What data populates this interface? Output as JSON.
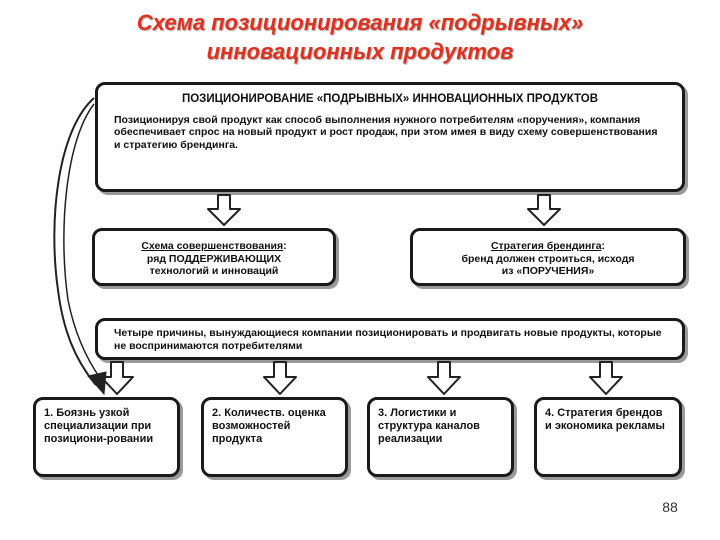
{
  "title": {
    "line1": "Схема позиционирования «подрывных»",
    "line2": "инновационных продуктов"
  },
  "top_box": {
    "heading": "ПОЗИЦИОНИРОВАНИЕ «ПОДРЫВНЫХ» ИННОВАЦИОННЫХ ПРОДУКТОВ",
    "text": "Позиционируя свой продукт как способ выполнения нужного потребителям «поручения», компания обеспечивает спрос на новый продукт и рост продаж, при этом имея в виду схему совершенствования и стратегию брендинга."
  },
  "improvement_box": {
    "label": "Схема совершенствования",
    "colon": ":",
    "line2": "ряд ПОДДЕРЖИВАЮЩИХ",
    "line3": "технологий и инноваций"
  },
  "branding_box": {
    "label": "Стратегия брендинга",
    "colon": ":",
    "line2": "бренд должен строиться, исходя",
    "line3": "из «ПОРУЧЕНИЯ»"
  },
  "reasons_box": {
    "text": "Четыре причины, вынуждающиеся компании позиционировать и продвигать новые продукты, которые не воспринимаются потребителями"
  },
  "reasons": [
    {
      "text": "1. Боязнь узкой специализации при позициони-ровании"
    },
    {
      "text": "2. Количеств. оценка возможностей продукта"
    },
    {
      "text": "3. Логистики и структура каналов реализации"
    },
    {
      "text": "4. Стратегия брендов и экономика рекламы"
    }
  ],
  "page_number": "88"
}
